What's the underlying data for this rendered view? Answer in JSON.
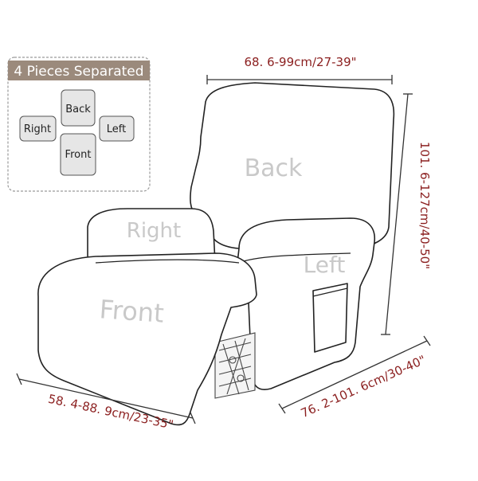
{
  "legend": {
    "title": "4 Pieces Separated",
    "pieces": {
      "back": "Back",
      "right": "Right",
      "left": "Left",
      "front": "Front"
    }
  },
  "chair_labels": {
    "back": "Back",
    "right": "Right",
    "left": "Left",
    "front": "Front"
  },
  "dimensions": {
    "top_width": "68. 6-99cm/27-39\"",
    "height": "101. 6-127cm/40-50\"",
    "footrest": "58. 4-88. 9cm/23-35\"",
    "depth": "76. 2-101. 6cm/30-40\""
  },
  "colors": {
    "dimension_text": "#8b1f1f",
    "legend_header": "#9b8a7c",
    "label_gray": "#c9c9c9"
  }
}
